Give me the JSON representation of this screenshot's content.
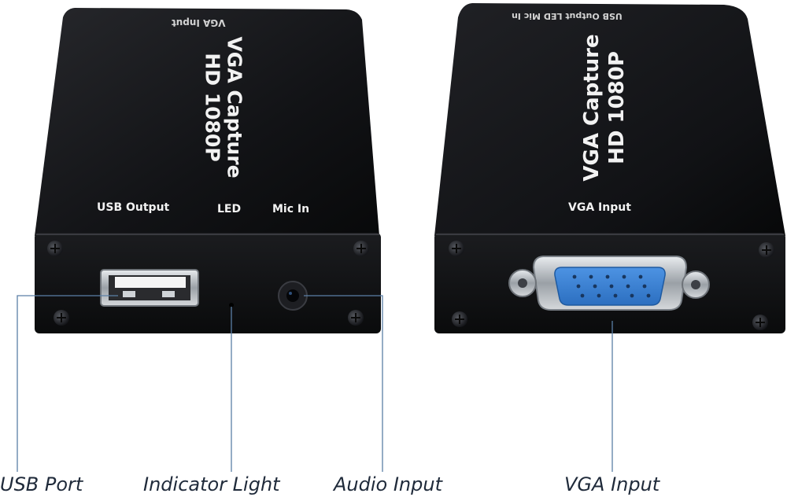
{
  "left_device": {
    "top_mirrored_label": "VGA Input",
    "title_line1": "VGA Capture",
    "title_line2": "HD 1080P",
    "port_labels": {
      "usb": "USB Output",
      "led": "LED",
      "mic": "Mic In"
    }
  },
  "right_device": {
    "top_mirrored_label": "USB Output   LED   Mic In",
    "title_line1": "VGA Capture",
    "title_line2": "HD 1080P",
    "port_label": "VGA Input"
  },
  "callouts": {
    "usb_port": "USB Port",
    "indicator_light": "Indicator  Light",
    "audio_input": "Audio Input",
    "vga_input": "VGA Input"
  },
  "colors": {
    "device_body": "#111214",
    "device_face": "#0b0c0e",
    "label_text": "#f2f2f2",
    "vga_connector": "#3a7fd0",
    "callout_line": "#5b7fa6",
    "callout_text": "#1f2a3a"
  }
}
